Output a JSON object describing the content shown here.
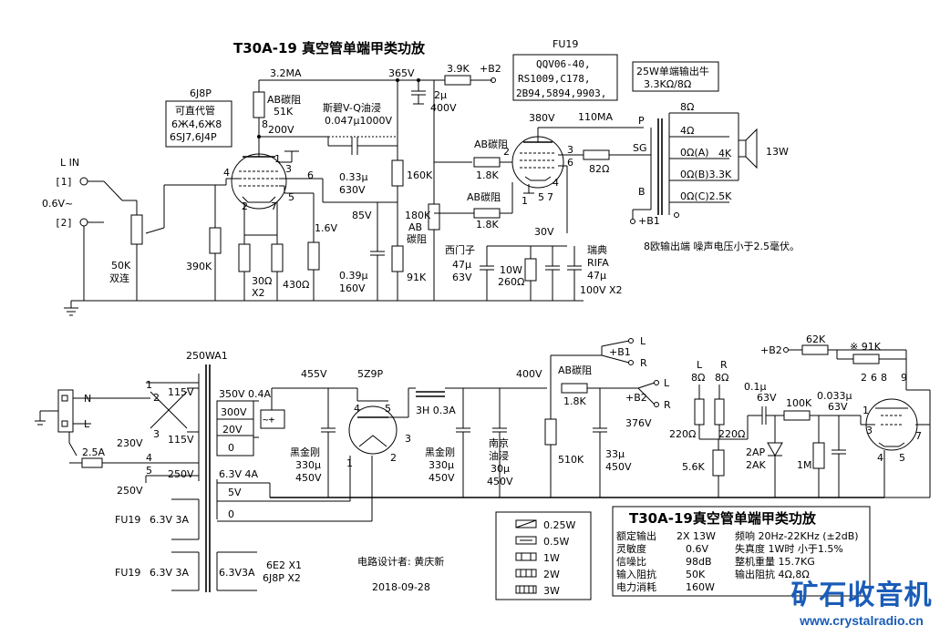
{
  "title": "T30A-19 真空管单端甲类功放",
  "info_box": {
    "title": "T30A-19真空管单端甲类功放",
    "rows": [
      [
        "额定输出",
        "2X 13W",
        "频响 20Hz-22KHz (±2dB)"
      ],
      [
        "灵敏度",
        "0.6V",
        "失真度  1W时 小于1.5%"
      ],
      [
        "信噪比",
        "98dB",
        "整机重量 15.7KG"
      ],
      [
        "输入阻抗",
        "50K",
        "输出阻抗 4Ω,8Ω"
      ],
      [
        "电力消耗",
        "160W",
        ""
      ]
    ]
  },
  "tube_options": {
    "label": "FU19",
    "lines": [
      "QQV06-40,",
      "RS1009,C178,",
      "2B94,5894,9903,"
    ]
  },
  "output_transformer_note": [
    "25W单端输出牛",
    "3.3KΩ/8Ω"
  ],
  "driver_tube": {
    "label": "6J8P",
    "alt_title": "可直代管",
    "alt_lines": [
      "6Ж4,6Ж8",
      "6SJ7,6J4P"
    ]
  },
  "input": {
    "label": "L IN",
    "ch1": "[1]",
    "ch2": "[2]",
    "level": "0.6V~",
    "pot": [
      "50K",
      "双连"
    ]
  },
  "amp_labels": {
    "r_plate_type": "AB碳阻",
    "r_plate_val": "51K",
    "current_32": "3.2MA",
    "v_365": "365V",
    "r_39k": "3.9K",
    "b2": "+B2",
    "cap_2u": "2μ",
    "cap_2u_v": "400V",
    "cap_v_q": "斯碧V-Q油浸",
    "cap_v_q_val": "0.047μ1000V",
    "v_200": "200V",
    "cap_033": "0.33μ",
    "cap_033_v": "630V",
    "r_160k": "160K",
    "r_180k": "180K",
    "r_180k_type": [
      "AB",
      "碳阻"
    ],
    "v_85": "85V",
    "v_16": "1.6V",
    "r_390k": "390K",
    "r_30": "30Ω",
    "r_30_x2": "X2",
    "r_430": "430Ω",
    "cap_039": "0.39μ",
    "cap_039_v": "160V",
    "r_91k": "91K",
    "r_grid_type": "AB碳阻",
    "r_grid_18k": "1.8K",
    "r_sg_type": "AB碳阻",
    "r_sg_18k": "1.8K",
    "v_380": "380V",
    "current_110": "110MA",
    "r_82": "82Ω",
    "p_label": "P",
    "sg_label": "SG",
    "b_label": "B",
    "b1": "+B1",
    "v_30": "30V",
    "cap_siemens": [
      "西门子",
      "47μ",
      "63V"
    ],
    "r_10w": [
      "10W",
      "260Ω"
    ],
    "cap_rifa": [
      "瑞典",
      "RIFA",
      "47μ",
      "100V X2"
    ],
    "pins": {
      "d8": "8",
      "d1": "1",
      "d3": "3",
      "d4": "4",
      "d6": "6",
      "d5": "5",
      "d2": "2",
      "d7": "7",
      "p2": "2",
      "p3": "3",
      "p6": "6",
      "p4": "4",
      "p1": "1",
      "p5": "5",
      "p7": "7"
    },
    "taps": [
      "8Ω",
      "4Ω",
      "0Ω(A)",
      "0Ω(B)3.3K",
      "0Ω(C)2.5K"
    ],
    "speaker_imp": "4K",
    "speaker_w": "13W",
    "noise_note": "8欧输出端 噪声电压小于2.5毫伏。"
  },
  "psu": {
    "pt_label": "250WA1",
    "mains_n": "N",
    "mains_l": "L",
    "fuse": "2.5A",
    "w1": "1",
    "w2": "2",
    "w3": "3",
    "w4": "4",
    "w5": "5",
    "v115a": "115V",
    "v115b": "115V",
    "v230": "230V",
    "v250a": "250V",
    "v250b": "250V",
    "sec_350": "350V 0.4A",
    "sec_300": "300V",
    "sec_20": "20V",
    "sec_0": "0",
    "sec_63_4a": "6.3V 4A",
    "sec_5v": "5V",
    "sec_5v_0": "0",
    "fu19_1": "FU19",
    "fu19_1_v": "6.3V 3A",
    "fu19_2": "FU19",
    "fu19_2_v": "6.3V 3A",
    "heater_3a": "6.3V3A",
    "heater_tubes": [
      "6E2 X1",
      "6J8P X2"
    ],
    "v_455": "455V",
    "rect": "5Z9P",
    "r_pin4": "4",
    "r_pin5": "5",
    "r_pin1": "1",
    "r_pin2": "2",
    "choke": "3H 0.3A",
    "v_400": "400V",
    "cap_heijingang_1": [
      "黑金刚",
      "330μ",
      "450V"
    ],
    "cap_heijingang_2": [
      "黑金刚",
      "330μ",
      "450V"
    ],
    "cap_nanjing": [
      "南京",
      "油浸",
      "30μ",
      "450V"
    ],
    "r_510k": "510K",
    "r_ab": "AB碳阻",
    "r_ab_val": "1.8K",
    "cap_33u": [
      "33μ",
      "450V"
    ],
    "b1": "+B1",
    "b1_l": "L",
    "b1_r": "R",
    "b2": "+B2",
    "b2_l": "L",
    "b2_r": "R",
    "v_376": "376V"
  },
  "indicator": {
    "l": "L",
    "r": "R",
    "l8": "8Ω",
    "r8": "8Ω",
    "r220a": "220Ω",
    "r220b": "220Ω",
    "r56k": "5.6K",
    "cap01": "0.1μ",
    "cap01v": "63V",
    "r100k": "100K",
    "cap0033": "0.033μ",
    "cap0033v": "63V",
    "diode": [
      "2AP",
      "2AK"
    ],
    "r1m": "1M",
    "b2": "+B2",
    "r62k": "62K",
    "r91k": "※ 91K",
    "pins": [
      "2",
      "6",
      "8",
      "9",
      "1",
      "3",
      "4",
      "5",
      "7"
    ]
  },
  "legend": {
    "items": [
      "0.25W",
      "0.5W",
      "1W",
      "2W",
      "3W"
    ]
  },
  "footer": {
    "designer": "电路设计者: 黄庆新",
    "date": "2018-09-28"
  },
  "logo": {
    "text": "矿石收音机",
    "url": "www.crystalradio.cn"
  }
}
